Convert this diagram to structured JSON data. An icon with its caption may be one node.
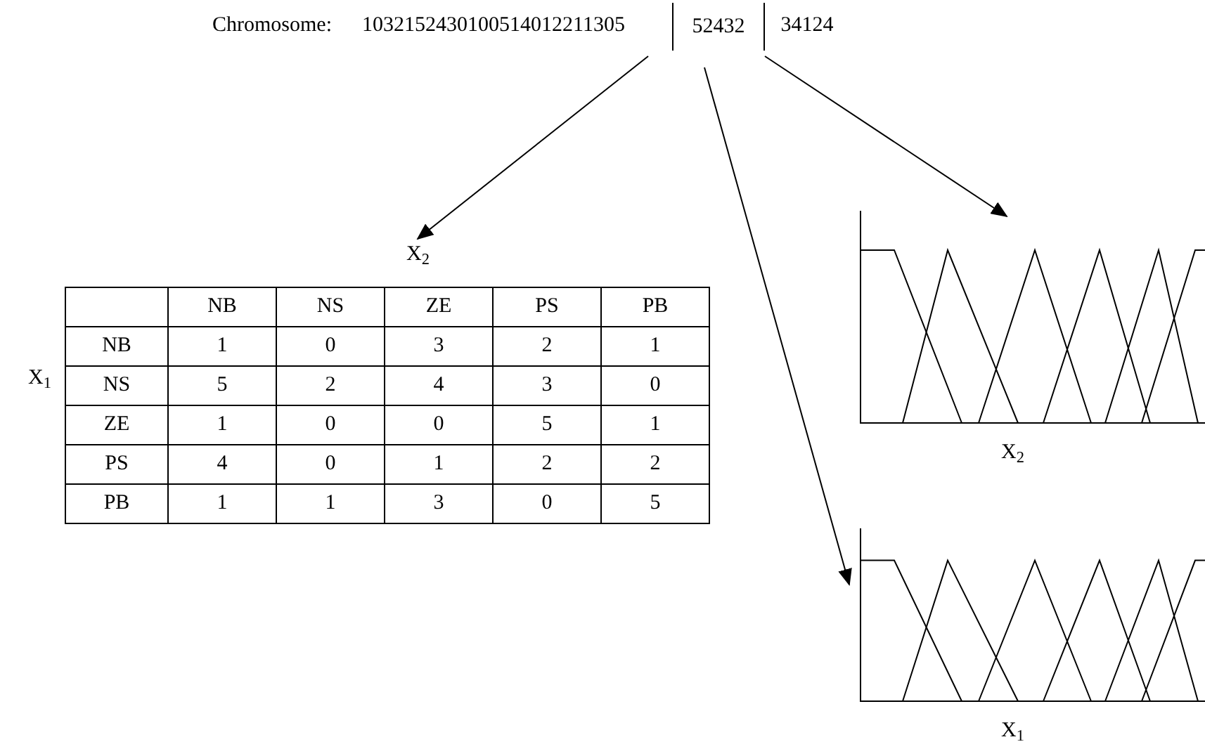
{
  "diagram": {
    "nodes": [
      {
        "text": [
          "1032152430100514012211305"
        ]
      },
      {
        "text": [
          "52432"
        ]
      },
      {
        "text": [
          "34124"
        ]
      },
      {
        "text": [
          "X$_{2}$",
          "X$_{1}$"
        ]
      },
      {
        "text": [
          "X$_{2}$"
        ]
      },
      {
        "text": [
          "X$_{1}$"
        ]
      }
    ],
    "edges": [
      {
        "from": 0,
        "to": 3,
        "arrow": "to"
      },
      {
        "from": 1,
        "to": 5,
        "arrow": "to"
      },
      {
        "from": 2,
        "to": 4,
        "arrow": "to"
      }
    ],
    "labels": [
      "Chromosome:",
      "NB",
      "NS",
      "ZE",
      "PS",
      "PB",
      "NB",
      "1",
      "0",
      "3",
      "2",
      "1",
      "NS",
      "5",
      "2",
      "4",
      "3",
      "0",
      "ZE",
      "1",
      "0",
      "0",
      "5",
      "1",
      "PS",
      "4",
      "0",
      "1",
      "2",
      "2",
      "PB",
      "1",
      "1",
      "3",
      "0",
      "5"
    ]
  }
}
